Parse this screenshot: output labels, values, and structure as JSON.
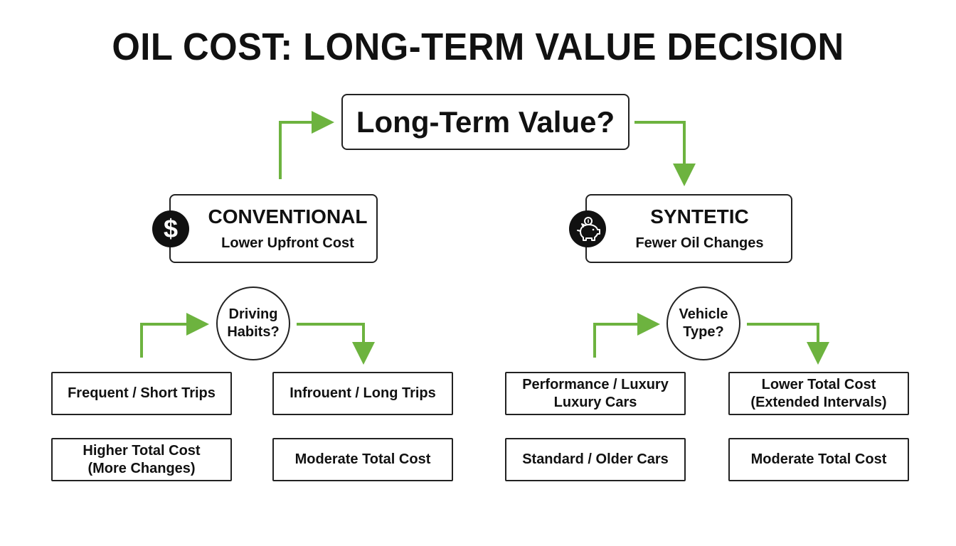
{
  "title": "OIL COST: LONG-TERM VALUE DECISION",
  "root": {
    "label": "Long-Term Value?"
  },
  "conventional": {
    "title": "CONVENTIONAL",
    "subtitle": "Lower Upfront Cost",
    "icon": "dollar-icon",
    "icon_glyph": "$"
  },
  "synthetic": {
    "title": "SYNTETIC",
    "subtitle": "Fewer Oil Changes",
    "icon": "piggy-bank-icon"
  },
  "driving_question": {
    "label": "Driving\nHabits?"
  },
  "vehicle_question": {
    "label": "Vehicle\nType?"
  },
  "leaves": {
    "frequent_short": "Frequent / Short Trips",
    "infrequent_long": "Infrouent / Long Trips",
    "performance_luxury": "Performance / Luxury\nLuxury Cars",
    "lower_total": "Lower Total Cost\n(Extended Intervals)",
    "higher_total": "Higher Total Cost\n(More Changes)",
    "moderate_total_left": "Moderate Total Cost",
    "standard_older": "Standard / Older Cars",
    "moderate_total_right": "Moderate Total Cost"
  },
  "colors": {
    "arrow": "#6db33f",
    "border": "#222222",
    "text": "#111111",
    "icon_bg": "#111111"
  }
}
